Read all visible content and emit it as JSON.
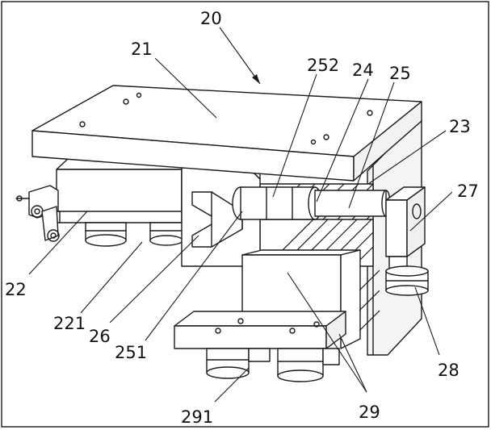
{
  "labels": {
    "l20": "20",
    "l21": "21",
    "l252": "252",
    "l24": "24",
    "l25": "25",
    "l23": "23",
    "l27": "27",
    "l22": "22",
    "l221": "221",
    "l26": "26",
    "l251": "251",
    "l28": "28",
    "l29": "29",
    "l291": "291"
  },
  "colors": {
    "stroke": "#1a1a1a",
    "background": "#ffffff",
    "shade": "#ececec"
  }
}
